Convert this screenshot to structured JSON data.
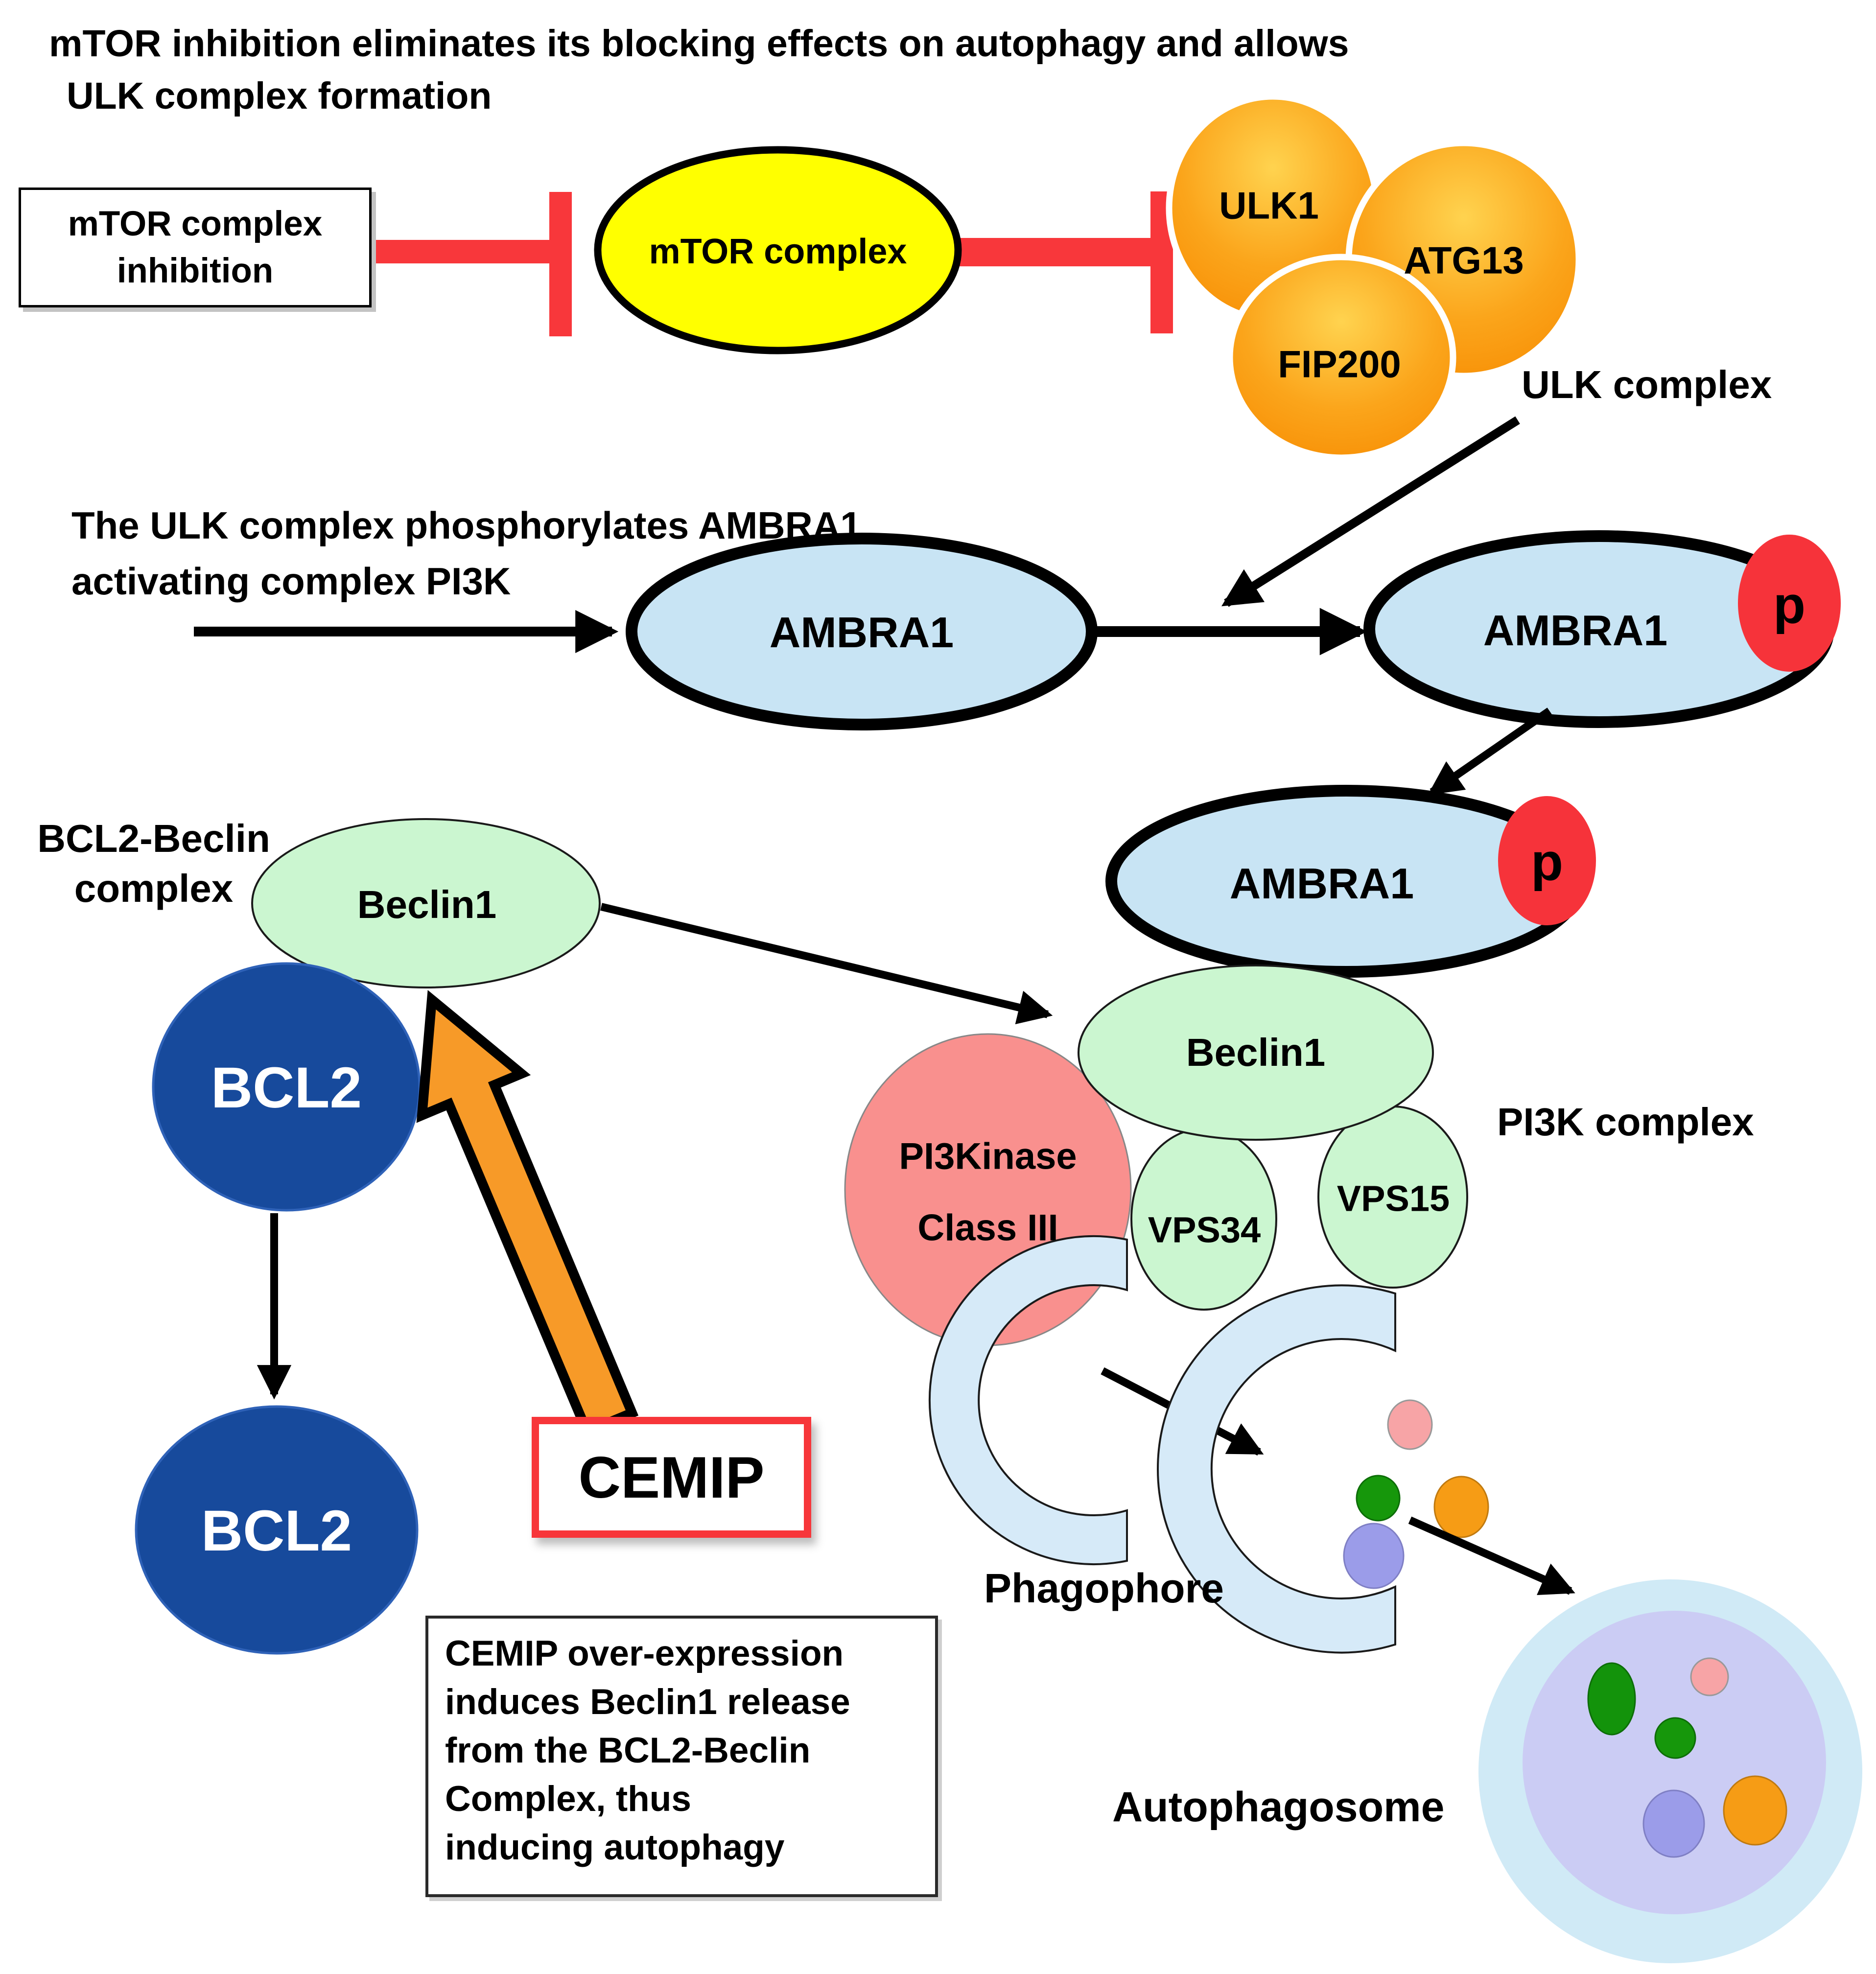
{
  "annotations": {
    "title_line1": "mTOR inhibition eliminates its blocking effects on autophagy and allows",
    "title_line2": "ULK complex formation",
    "ulk_phos_line1": "The ULK complex phosphorylates AMBRA1",
    "ulk_phos_line2": "activating complex PI3K",
    "ulk_complex": "ULK complex",
    "bcl2_beclin_complex": "BCL2-Beclin complex",
    "pi3k_complex": "PI3K complex",
    "phagophore": "Phagophore",
    "autophagosome": "Autophagosome"
  },
  "boxes": {
    "mtor_line1": "mTOR complex",
    "mtor_line2": "inhibition",
    "cemip": "CEMIP",
    "note": "CEMIP over-expression\ninduces Beclin1 release\nfrom the BCL2-Beclin\nComplex, thus\ninducing autophagy"
  },
  "nodes": {
    "mtor_complex": "mTOR complex",
    "ulk1": "ULK1",
    "atg13": "ATG13",
    "fip200": "FIP200",
    "ambra1_a": "AMBRA1",
    "ambra1_b": "AMBRA1",
    "ambra1_c": "AMBRA1",
    "p_a": "p",
    "p_b": "p",
    "beclin1_a": "Beclin1",
    "beclin1_b": "Beclin1",
    "bcl2_a": "BCL2",
    "bcl2_b": "BCL2",
    "pi3kinase_line1": "PI3Kinase",
    "pi3kinase_line2": "Class III",
    "vps34": "VPS34",
    "vps15": "VPS15"
  },
  "colors": {
    "inhibition_red": "#F8373B",
    "phospho_red": "#F6333A",
    "cemip_border_red": "#F7363A",
    "mtor_yellow": "#FFFF00",
    "ulk_orange_light": "#FFD34F",
    "ulk_orange_dark": "#F78C02",
    "ambra_blue": "#C8E4F4",
    "beclin_mint": "#CBF6D0",
    "pi3kinase_pink": "#F9908E",
    "bcl2_dark_blue": "#174A9C",
    "phagophore_blue": "#D6EAF8",
    "autophagosome_outer": "#D0EAF6",
    "autophagosome_inner": "#CBCCF4",
    "cemip_arrow_orange": "#F79A28"
  }
}
